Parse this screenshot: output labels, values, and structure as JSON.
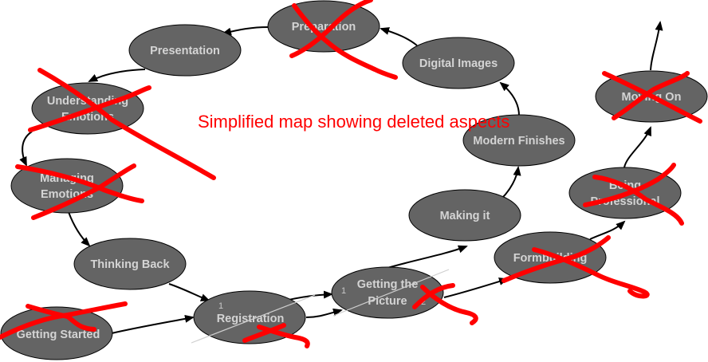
{
  "diagram": {
    "caption": "Simplified map showing deleted aspects",
    "colors": {
      "node_fill": "#646464",
      "node_text": "#d4d4d4",
      "edge": "#000000",
      "deletion_mark": "#ff0000",
      "caption": "#ff0000"
    },
    "nodes": [
      {
        "id": "getting-started",
        "lines": [
          "Getting Started"
        ],
        "deleted": true
      },
      {
        "id": "registration",
        "lines": [
          "Registration"
        ],
        "number": "1",
        "deleted": true
      },
      {
        "id": "getting-the-picture",
        "lines": [
          "Getting the",
          "Picture"
        ],
        "numbers": [
          "1",
          "2"
        ],
        "deleted": true
      },
      {
        "id": "making-it",
        "lines": [
          "Making it"
        ],
        "deleted": false
      },
      {
        "id": "modern-finishes",
        "lines": [
          "Modern Finishes"
        ],
        "deleted": false
      },
      {
        "id": "digital-images",
        "lines": [
          "Digital Images"
        ],
        "deleted": false
      },
      {
        "id": "preparation",
        "lines": [
          "Preparation"
        ],
        "deleted": true
      },
      {
        "id": "presentation",
        "lines": [
          "Presentation"
        ],
        "deleted": false
      },
      {
        "id": "understanding-emotions",
        "lines": [
          "Understanding",
          "Emotions"
        ],
        "deleted": true
      },
      {
        "id": "managing-emotions",
        "lines": [
          "Managing",
          "Emotions"
        ],
        "deleted": true
      },
      {
        "id": "thinking-back",
        "lines": [
          "Thinking Back"
        ],
        "deleted": false
      },
      {
        "id": "formbuilding",
        "lines": [
          "Formbuilding"
        ],
        "deleted": true
      },
      {
        "id": "being-professional",
        "lines": [
          "Being",
          "Professional"
        ],
        "deleted": true
      },
      {
        "id": "moving-on",
        "lines": [
          "Moving On"
        ],
        "deleted": true
      }
    ],
    "edges": [
      {
        "from": "getting-started",
        "to": "registration"
      },
      {
        "from": "thinking-back",
        "to": "registration"
      },
      {
        "from": "registration",
        "to": "getting-the-picture"
      },
      {
        "from": "registration",
        "to": "getting-the-picture"
      },
      {
        "from": "getting-the-picture",
        "to": "making-it"
      },
      {
        "from": "making-it",
        "to": "modern-finishes"
      },
      {
        "from": "modern-finishes",
        "to": "digital-images"
      },
      {
        "from": "digital-images",
        "to": "preparation"
      },
      {
        "from": "preparation",
        "to": "presentation"
      },
      {
        "from": "presentation",
        "to": "understanding-emotions"
      },
      {
        "from": "understanding-emotions",
        "to": "managing-emotions"
      },
      {
        "from": "managing-emotions",
        "to": "thinking-back"
      },
      {
        "from": "getting-the-picture",
        "to": "formbuilding"
      },
      {
        "from": "formbuilding",
        "to": "being-professional"
      },
      {
        "from": "being-professional",
        "to": "moving-on"
      },
      {
        "from": "moving-on",
        "to": "exit"
      }
    ]
  }
}
